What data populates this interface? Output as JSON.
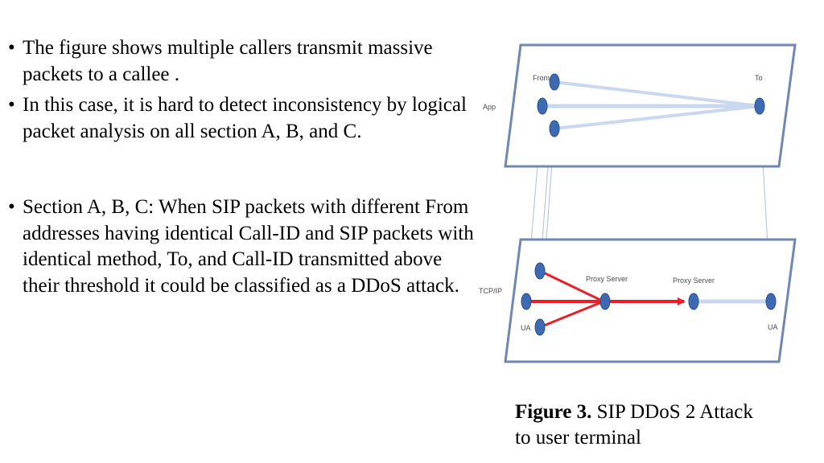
{
  "bullets": [
    {
      "marker": "•",
      "text": "The figure shows multiple callers transmit massive packets to a callee ."
    },
    {
      "marker": "•",
      "text": "In this case, it is hard to detect inconsistency by logical packet analysis on all section A, B, and C."
    },
    {
      "marker": "•",
      "text": "Section A, B, C: When SIP packets with different From addresses having identical Call-ID and SIP packets with identical method, To, and Call-ID transmitted above their threshold it could be classified as a DDoS attack."
    }
  ],
  "diagram": {
    "app_layer_label": "App",
    "network_layer_label": "TCP/IP",
    "from_label": "From",
    "to_label": "To",
    "proxy_server_1": "Proxy Server",
    "proxy_server_2": "Proxy Server",
    "ua_left": "UA",
    "ua_right": "UA",
    "colors": {
      "plane_border": "#6f87b3",
      "node": "#3d6bb3",
      "attack": "#e8202a",
      "link": "#c9d8ee"
    }
  },
  "caption": {
    "label": "Figure 3.",
    "text": " SIP DDoS 2 Attack to user terminal"
  }
}
